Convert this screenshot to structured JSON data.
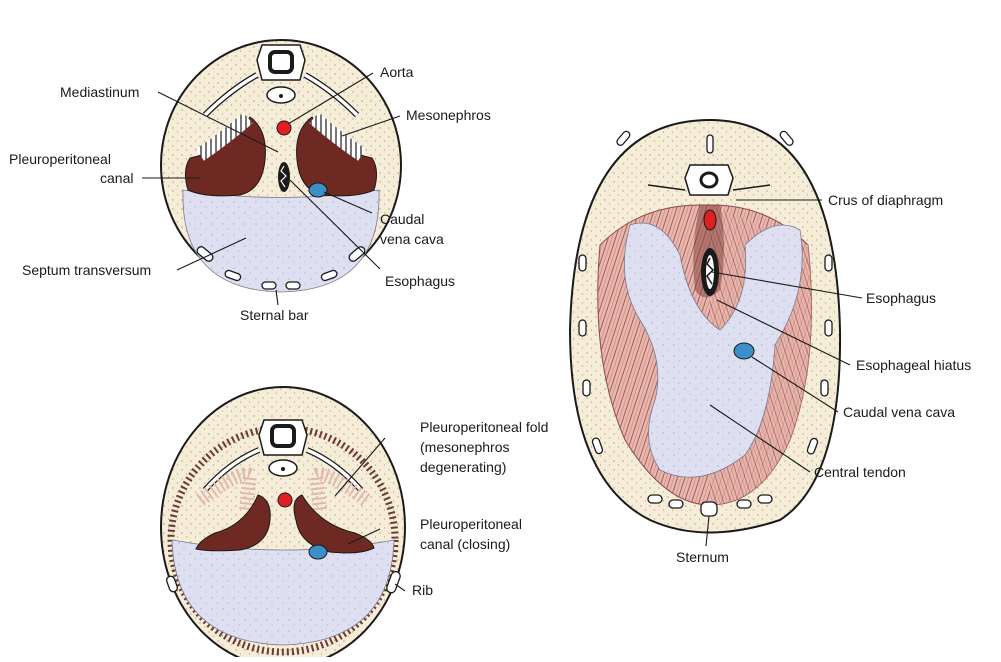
{
  "colors": {
    "body_fill": "#f6edd8",
    "outline": "#1a1a1a",
    "tendon": "#dedff0",
    "pleural_canal": "#6e2a22",
    "aorta": "#e02020",
    "vena_cava": "#3c8fc7",
    "muscle": "#e8b0a8",
    "muscle_line": "#8a4a44"
  },
  "labels": {
    "top_left": {
      "aorta": "Aorta",
      "mediastinum": "Mediastinum",
      "mesonephros": "Mesonephros",
      "pleuroperitoneal_canal_1": "Pleuroperitoneal",
      "pleuroperitoneal_canal_2": "canal",
      "caudal_vena_cava_1": "Caudal",
      "caudal_vena_cava_2": "vena cava",
      "septum_transversum": "Septum transversum",
      "esophagus": "Esophagus",
      "sternal_bar": "Sternal bar"
    },
    "bottom_left": {
      "fold_1": "Pleuroperitoneal fold",
      "fold_2": "(mesonephros",
      "fold_3": "degenerating)",
      "canal_1": "Pleuroperitoneal",
      "canal_2": "canal (closing)",
      "rib": "Rib"
    },
    "right": {
      "crus": "Crus of diaphragm",
      "esophagus": "Esophagus",
      "esophageal_hiatus": "Esophageal hiatus",
      "caudal_vena_cava": "Caudal vena cava",
      "central_tendon": "Central tendon",
      "sternum": "Sternum"
    }
  }
}
